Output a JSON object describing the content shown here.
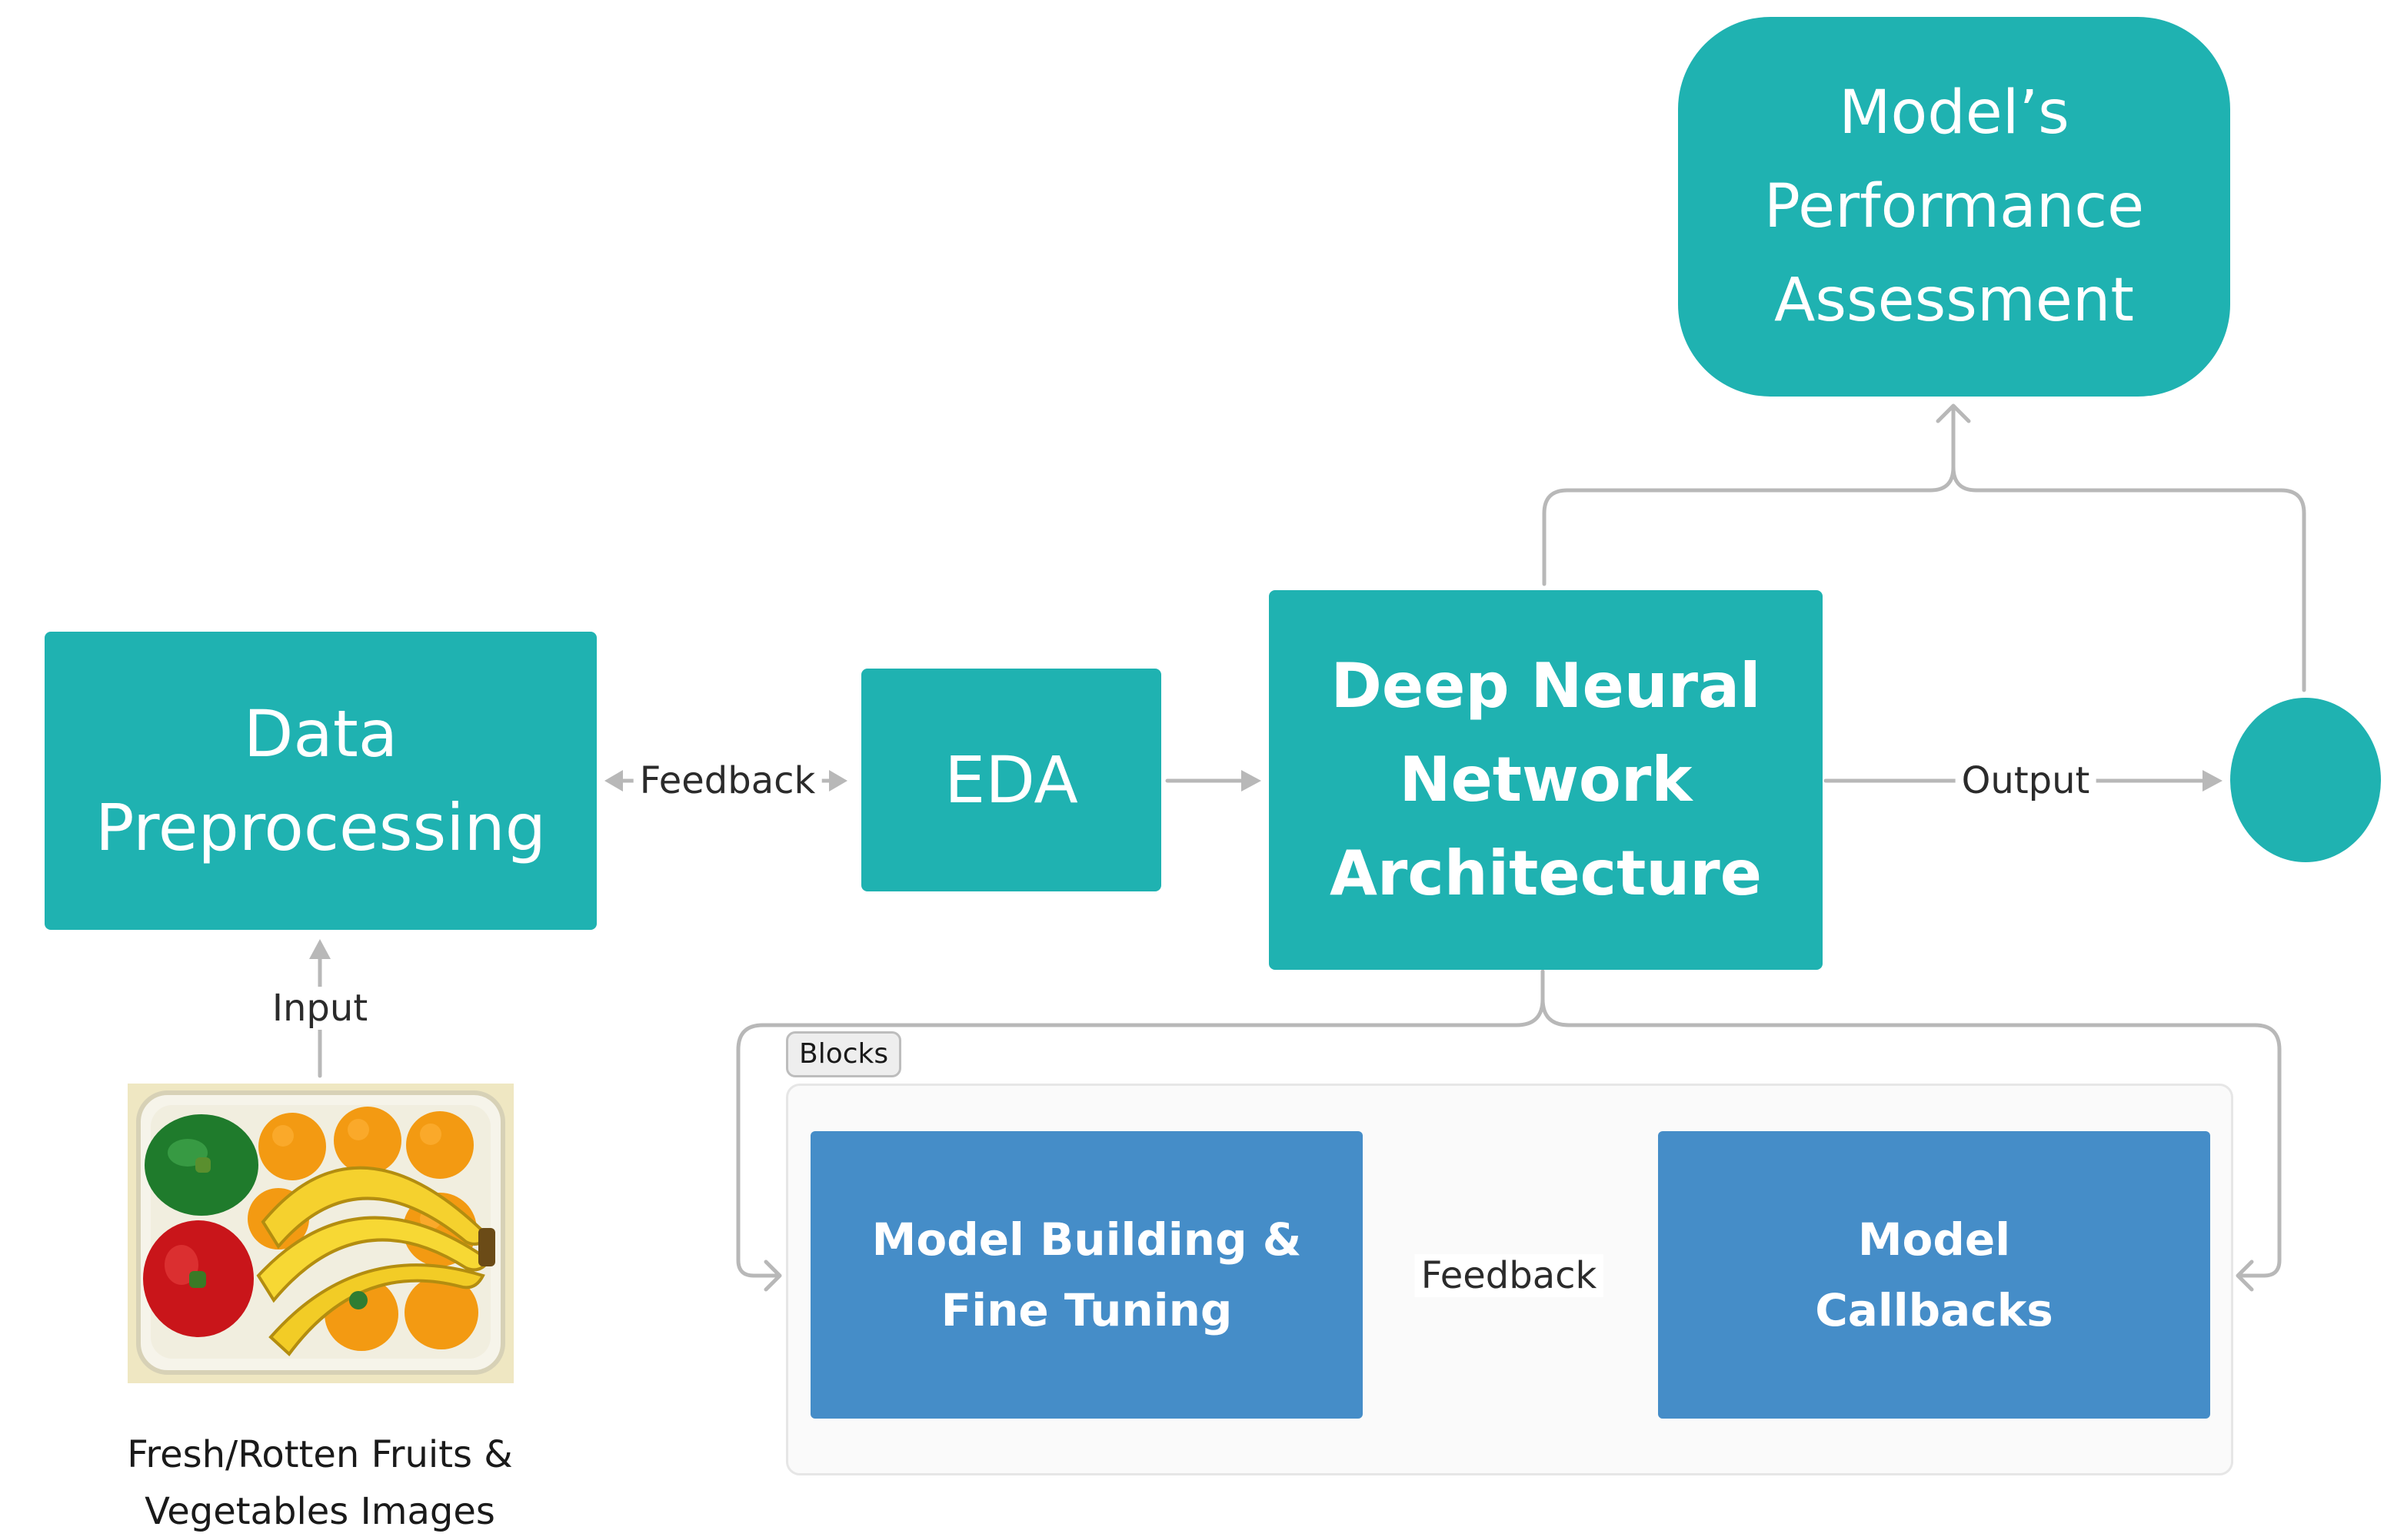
{
  "colors": {
    "teal": "#1fb2b1",
    "blue": "#458dc8",
    "connector": "#b8b8b8",
    "label_text": "#2b2b2b"
  },
  "nodes": {
    "data_preprocessing": {
      "lines": [
        "Data",
        "Preprocessing"
      ]
    },
    "eda": {
      "lines": [
        "EDA"
      ]
    },
    "dnn": {
      "lines": [
        "Deep Neural",
        "Network",
        "Architecture"
      ]
    },
    "performance": {
      "lines": [
        "Model’s",
        "Performance",
        "Assessment"
      ]
    },
    "model_building": {
      "lines": [
        "Model Building &",
        "Fine Tuning"
      ]
    },
    "model_callbacks": {
      "lines": [
        "Model",
        "Callbacks"
      ]
    }
  },
  "edge_labels": {
    "feedback_top": "Feedback",
    "output": "Output",
    "input": "Input",
    "feedback_bottom": "Feedback"
  },
  "group": {
    "label": "Blocks"
  },
  "input_image": {
    "icon": "fruit-basket-image",
    "caption_lines": [
      "Fresh/Rotten Fruits &",
      "Vegetables Images"
    ]
  }
}
